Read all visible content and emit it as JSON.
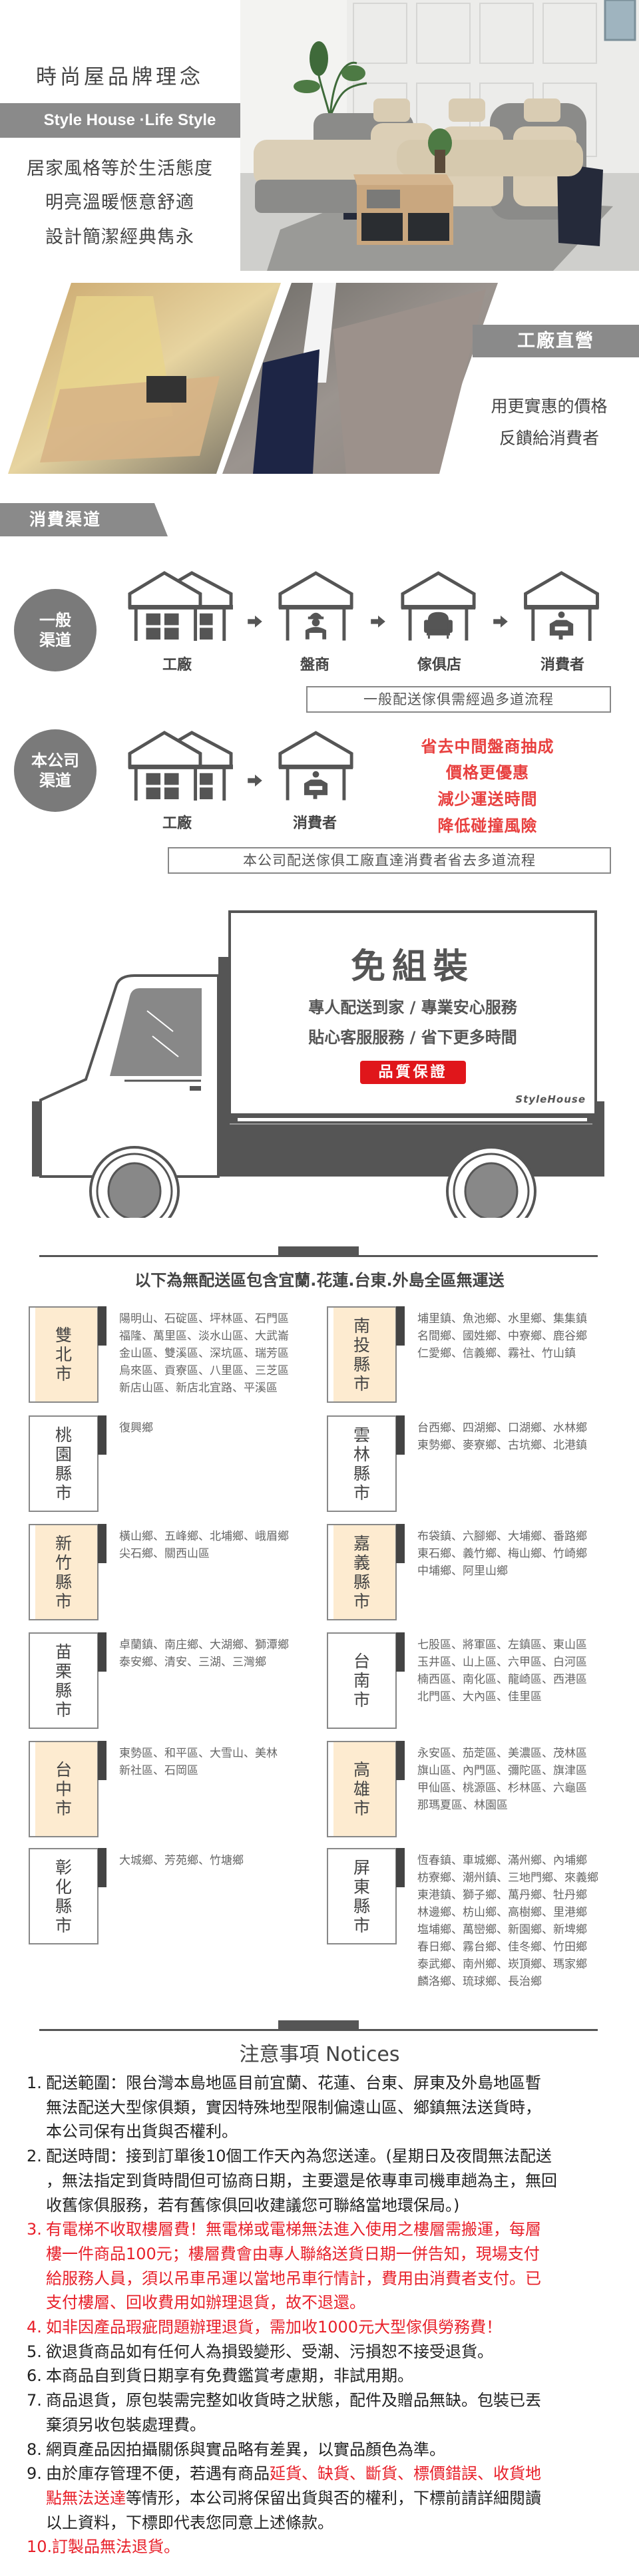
{
  "brand": {
    "title": "時尚屋品牌理念",
    "banner": "Style House ·Life Style",
    "lines": [
      "居家風格等於生活態度",
      "明亮溫暖愜意舒適",
      "設計簡潔經典雋永"
    ]
  },
  "factory": {
    "banner": "工廠直營",
    "lines": [
      "用更實惠的價格",
      "反饋給消費者"
    ]
  },
  "channels": {
    "section_title": "消費渠道",
    "general": {
      "badge_lines": [
        "一般",
        "渠道"
      ],
      "steps": [
        "工廠",
        "盤商",
        "傢俱店",
        "消費者"
      ],
      "caption": "一般配送傢俱需經過多道流程"
    },
    "company": {
      "badge_lines": [
        "本公司",
        "渠道"
      ],
      "steps": [
        "工廠",
        "消費者"
      ],
      "benefits": [
        "省去中間盤商抽成",
        "價格更優惠",
        "減少運送時間",
        "降低碰撞風險"
      ],
      "caption": "本公司配送傢俱工廠直達消費者省去多道流程"
    }
  },
  "truck": {
    "title": "免組裝",
    "lines": [
      "專人配送到家 / 專業安心服務",
      "貼心客服服務 / 省下更多時間"
    ],
    "badge": "品質保證",
    "brand": "StyleHouse"
  },
  "no_delivery": {
    "heading": "以下為無配送區包含宜蘭.花蓮.台東.外島全區無運送",
    "regions": [
      {
        "name": "雙北市",
        "areas": [
          "陽明山、石碇區、坪林區、石門區",
          "福隆、萬里區、淡水山區、大武崙",
          "金山區、雙溪區、深坑區、瑞芳區",
          "烏來區、貢寮區、八里區、三芝區",
          "新店山區、新店北宜路、平溪區"
        ]
      },
      {
        "name": "南投縣市",
        "areas": [
          "埔里鎮、魚池鄉、水里鄉、集集鎮",
          "名間鄉、國姓鄉、中寮鄉、鹿谷鄉",
          "仁愛鄉、信義鄉、霧社、竹山鎮"
        ]
      },
      {
        "name": "桃園縣市",
        "areas": [
          "復興鄉"
        ]
      },
      {
        "name": "雲林縣市",
        "areas": [
          "台西鄉、四湖鄉、口湖鄉、水林鄉",
          "東勢鄉、麥寮鄉、古坑鄉、北港鎮"
        ]
      },
      {
        "name": "新竹縣市",
        "areas": [
          "橫山鄉、五峰鄉、北埔鄉、峨眉鄉",
          "尖石鄉、關西山區"
        ]
      },
      {
        "name": "嘉義縣市",
        "areas": [
          "布袋鎮、六腳鄉、大埔鄉、番路鄉",
          "東石鄉、義竹鄉、梅山鄉、竹崎鄉",
          "中埔鄉、阿里山鄉"
        ]
      },
      {
        "name": "苗栗縣市",
        "areas": [
          "卓蘭鎮、南庄鄉、大湖鄉、獅潭鄉",
          "泰安鄉、清安、三湖、三灣鄉"
        ]
      },
      {
        "name": "台南市",
        "areas": [
          "七股區、將軍區、左鎮區、東山區",
          "玉井區、山上區、六甲區、白河區",
          "楠西區、南化區、龍崎區、西港區",
          "北門區、大內區、佳里區"
        ]
      },
      {
        "name": "台中市",
        "areas": [
          "東勢區、和平區、大雪山、美林",
          "新社區、石岡區"
        ]
      },
      {
        "name": "高雄市",
        "areas": [
          "永安區、茄萣區、美濃區、茂林區",
          "旗山區、內門區、彌陀區、旗津區",
          "甲仙區、桃源區、杉林區、六龜區",
          "那瑪夏區、林園區"
        ]
      },
      {
        "name": "彰化縣市",
        "areas": [
          "大城鄉、芳苑鄉、竹塘鄉"
        ]
      },
      {
        "name": "屏東縣市",
        "areas": [
          "恆春鎮、車城鄉、滿州鄉、內埔鄉",
          "枋寮鄉、潮州鎮、三地門鄉、來義鄉",
          "東港鎮、獅子鄉、萬丹鄉、牡丹鄉",
          "林邊鄉、枋山鄉、高樹鄉、里港鄉",
          "塩埔鄉、萬巒鄉、新園鄉、新埤鄉",
          "春日鄉、霧台鄉、佳冬鄉、竹田鄉",
          "泰武鄉、南州鄉、崁頂鄉、瑪家鄉",
          "麟洛鄉、琉球鄉、長治鄉"
        ]
      }
    ]
  },
  "notices": {
    "title": "注意事項 Notices",
    "items": [
      {
        "num": "1.",
        "red": false,
        "lines": [
          "配送範圍：限台灣本島地區目前宜蘭、花蓮、台東、屏東及外島地區暫",
          "無法配送大型傢俱類，實因特殊地型限制偏遠山區、鄉鎮無法送貨時，",
          "本公司保有出貨與否權利。"
        ]
      },
      {
        "num": "2.",
        "red": false,
        "lines": [
          "配送時間：接到訂單後10個工作天內為您送達。(星期日及夜間無法配送",
          "，無法指定到貨時間但可協商日期，主要還是依專車司機車趟為主，無回",
          "收舊傢俱服務，若有舊傢俱回收建議您可聯絡當地環保局。)"
        ]
      },
      {
        "num": "3.",
        "red": true,
        "lines": [
          "有電梯不收取樓層費！無電梯或電梯無法進入使用之樓層需搬運，每層",
          "樓一件商品100元；樓層費會由專人聯絡送貨日期一併告知，現場支付",
          "給服務人員，須以吊車吊運以當地吊車行情計，費用由消費者支付。已",
          "支付樓層、回收費用如辦理退貨，故不退還。"
        ]
      },
      {
        "num": "4.",
        "red": true,
        "lines": [
          "如非因產品瑕疵問題辦理退貨，需加收1000元大型傢俱勞務費！"
        ]
      },
      {
        "num": "5.",
        "red": false,
        "lines": [
          "欲退貨商品如有任何人為損毀變形、受潮、污損恕不接受退貨。"
        ]
      },
      {
        "num": "6.",
        "red": false,
        "lines": [
          "本商品自到貨日期享有免費鑑賞考慮期，非試用期。"
        ]
      },
      {
        "num": "7.",
        "red": false,
        "lines": [
          "商品退貨，原包裝需完整如收貨時之狀態，配件及贈品無缺。包裝已丟",
          "棄須另收包裝處理費。"
        ]
      },
      {
        "num": "8.",
        "red": false,
        "lines": [
          "網頁產品因拍攝關係與實品略有差異，以實品顏色為準。"
        ]
      },
      {
        "num": "9.",
        "red": false,
        "lines": [
          [
            {
              "text": "由於庫存管理不便，若遇有商品",
              "hl": false
            },
            {
              "text": "延貨、缺貨、斷貨、標價錯誤、收貨地",
              "hl": true
            }
          ],
          [
            {
              "text": "點無法送達",
              "hl": true
            },
            {
              "text": "等情形，本公司將保留出貨與否的權利，下標前請詳細閱讀",
              "hl": false
            }
          ],
          "以上資料，下標即代表您同意上述條款。"
        ]
      },
      {
        "num": "10.",
        "red": true,
        "lines": [
          "訂製品無法退貨。"
        ]
      }
    ]
  },
  "colors": {
    "gray_banner": "#8a8a8a",
    "dark": "#555555",
    "accent_red": "#e8403f",
    "badge_red": "#e0161b",
    "cream": "#fdebd0"
  }
}
